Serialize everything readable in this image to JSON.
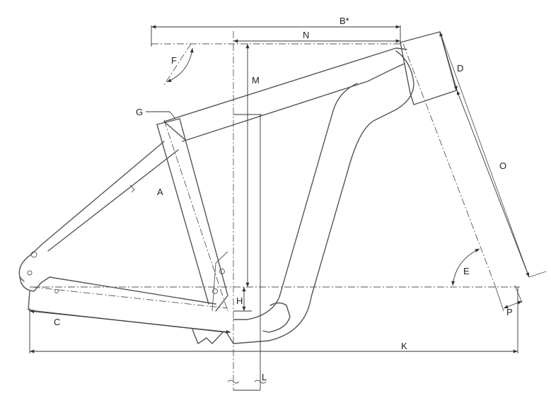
{
  "diagram": {
    "labels": {
      "A": "A",
      "B": "B*",
      "C": "C",
      "D": "D",
      "E": "E",
      "F": "F",
      "G": "G",
      "H": "H",
      "K": "K",
      "L": "L",
      "M": "M",
      "N": "N",
      "O": "O",
      "P": "P"
    }
  }
}
